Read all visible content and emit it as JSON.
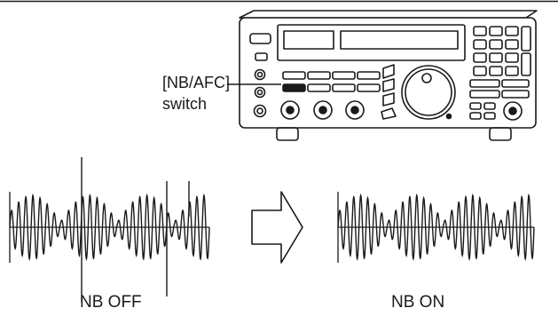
{
  "callout": {
    "line1": "[NB/AFC]",
    "line2": "switch"
  },
  "captions": {
    "off": "NB OFF",
    "on": "NB ON"
  },
  "colors": {
    "ink": "#1a1a1a",
    "panel_fill": "#ffffff",
    "button_dark": "#1a1a1a"
  }
}
